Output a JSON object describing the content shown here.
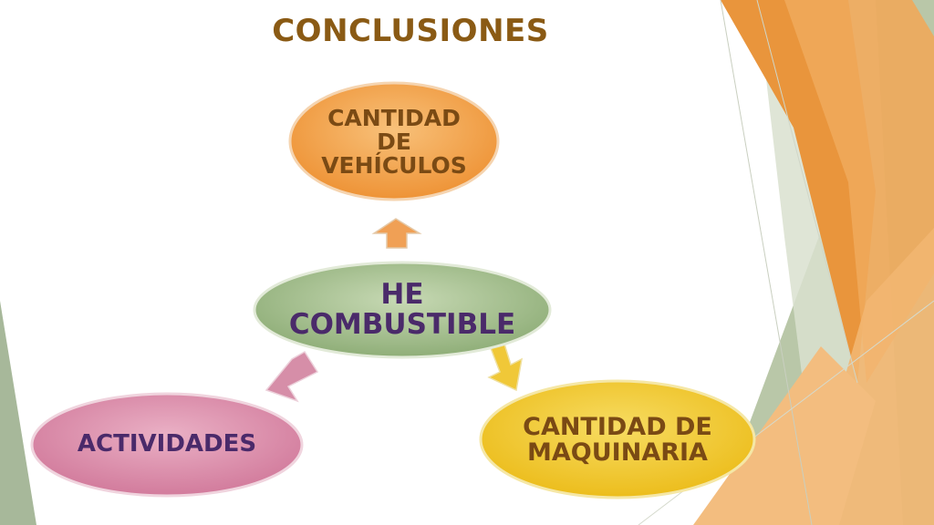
{
  "slide": {
    "title": "CONCLUSIONES"
  },
  "diagram": {
    "center": {
      "label": "HE\nCOMBUSTIBLE"
    },
    "top": {
      "label": "CANTIDAD\nDE\nVEHÍCULOS"
    },
    "right": {
      "label": "CANTIDAD DE\nMAQUINARIA"
    },
    "left": {
      "label": "ACTIVIDADES"
    }
  },
  "colors": {
    "title": "#8a5a14",
    "text_brown": "#7a4a14",
    "text_purple": "#4a2a6a",
    "center_fill": "#9fb88a",
    "top_fill": "#f2a04a",
    "right_fill": "#f2c92e",
    "left_fill": "#d98aa6",
    "arrow_up": "#f0a055",
    "arrow_right": "#f0c838",
    "arrow_left": "#d68ea8"
  }
}
